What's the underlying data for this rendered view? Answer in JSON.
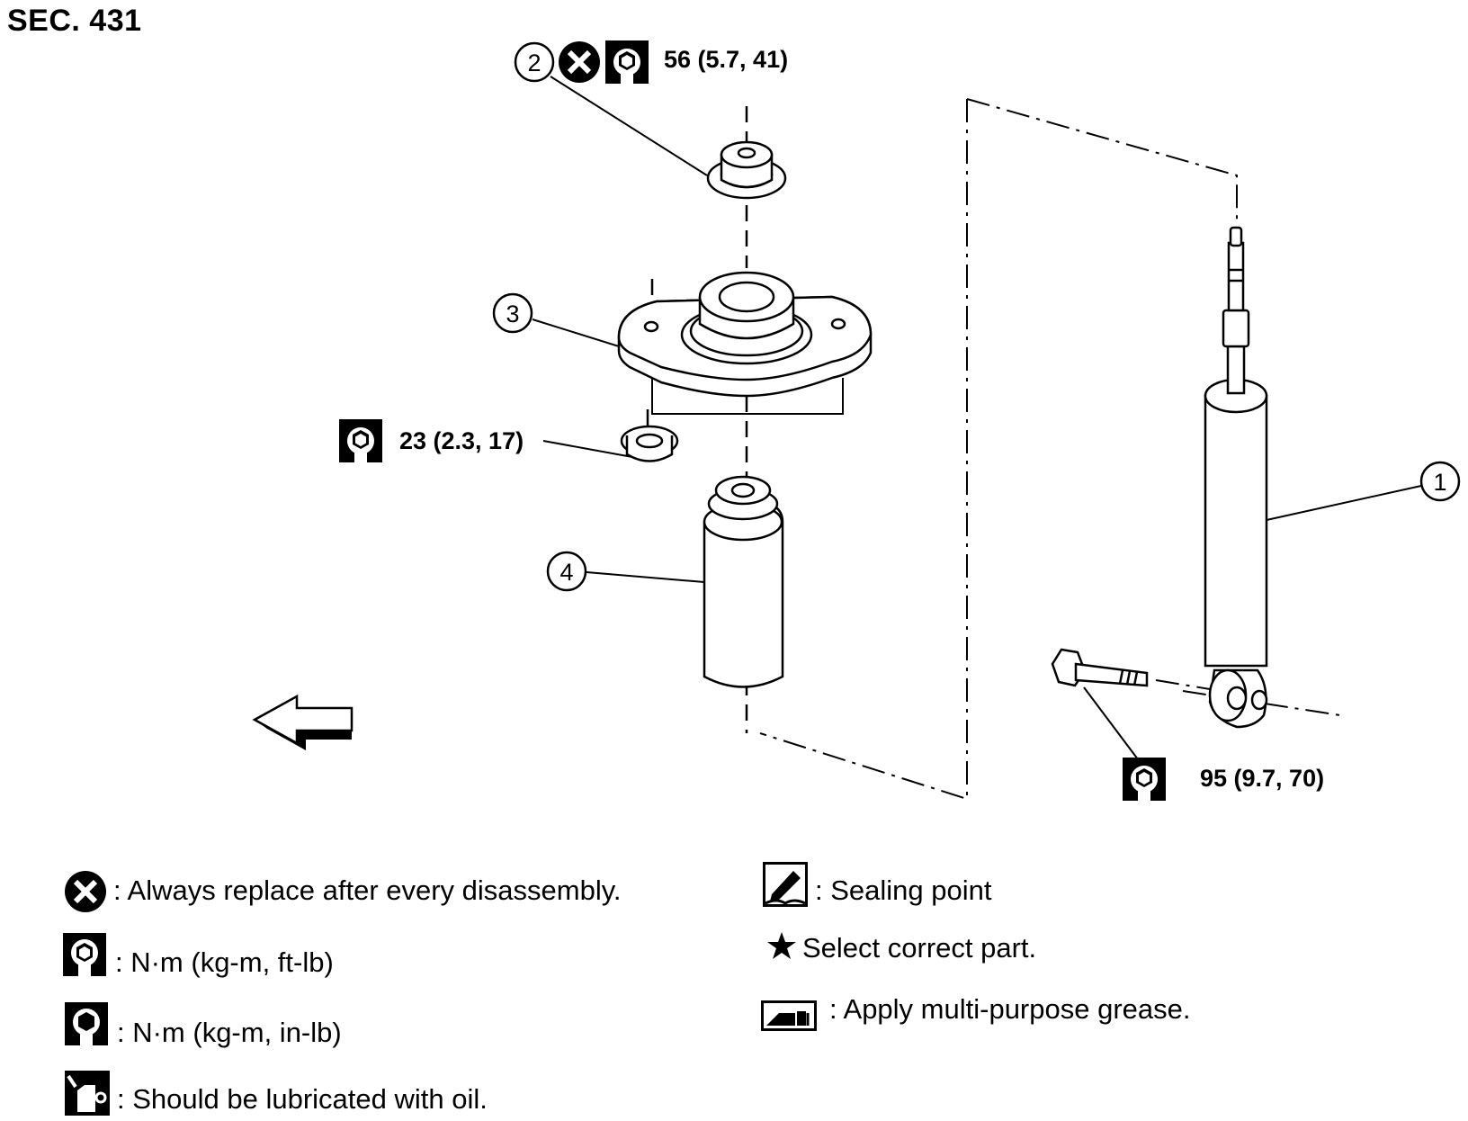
{
  "section": "SEC. 431",
  "callouts": [
    {
      "id": "part-1",
      "number": "1"
    },
    {
      "id": "part-2",
      "number": "2"
    },
    {
      "id": "part-3",
      "number": "3"
    },
    {
      "id": "part-4",
      "number": "4"
    }
  ],
  "torques": {
    "nut_top": "56 (5.7, 41)",
    "nut_mount": "23 (2.3, 17)",
    "bolt_lower": "95 (9.7, 70)"
  },
  "legend": {
    "replace": ": Always replace after every disassembly.",
    "nm_ftlb": ": N·m (kg-m, ft-lb)",
    "nm_inlb": ": N·m (kg-m, in-lb)",
    "oil": ": Should be lubricated with oil.",
    "sealing": ": Sealing point",
    "select": "Select correct part.",
    "grease": ": Apply multi-purpose grease."
  },
  "icons": [
    "replace-icon",
    "torque-wrench-icon",
    "torque-wrench-inlb-icon",
    "oil-can-icon",
    "sealing-point-icon",
    "star-icon",
    "grease-icon",
    "front-arrow-icon"
  ]
}
